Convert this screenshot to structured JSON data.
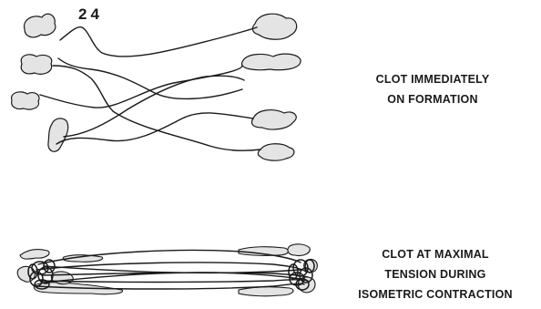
{
  "figure": {
    "number_label": "24",
    "panels": [
      {
        "id": "immediate",
        "caption_lines": [
          "CLOT IMMEDIATELY",
          "ON FORMATION"
        ]
      },
      {
        "id": "maximal",
        "caption_lines": [
          "CLOT AT MAXIMAL",
          "TENSION DURING",
          "ISOMETRIC CONTRACTION"
        ]
      }
    ]
  },
  "colors": {
    "ink": "#1a1a1a",
    "platelet_fill": "#e4e4e4",
    "background": "#ffffff"
  }
}
